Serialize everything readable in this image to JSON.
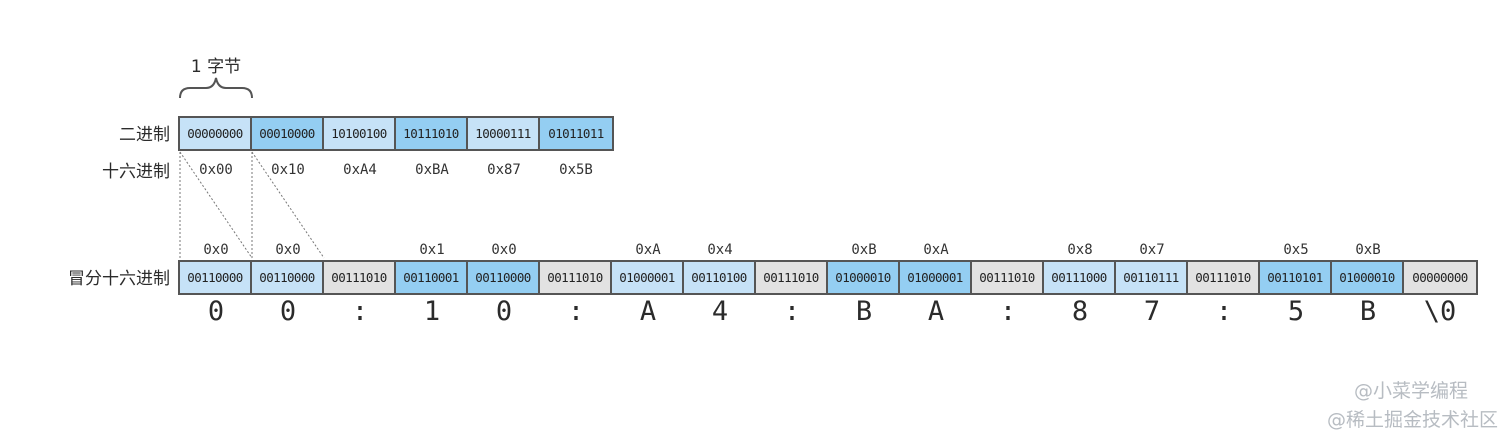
{
  "labels": {
    "one_byte": "1 字节",
    "binary": "二进制",
    "hex": "十六进制",
    "colon_hex": "冒分十六进制"
  },
  "top_row": {
    "bytes": [
      {
        "bits": "00000000",
        "hex": "0x00",
        "color": "#c6e2f7"
      },
      {
        "bits": "00010000",
        "hex": "0x10",
        "color": "#94cef2"
      },
      {
        "bits": "10100100",
        "hex": "0xA4",
        "color": "#c6e2f7"
      },
      {
        "bits": "10111010",
        "hex": "0xBA",
        "color": "#94cef2"
      },
      {
        "bits": "10000111",
        "hex": "0x87",
        "color": "#c6e2f7"
      },
      {
        "bits": "01011011",
        "hex": "0x5B",
        "color": "#94cef2"
      }
    ]
  },
  "bottom_row": {
    "cells": [
      {
        "bits": "00110000",
        "nibble": "0x0",
        "char": "0",
        "color": "#c6e2f7"
      },
      {
        "bits": "00110000",
        "nibble": "0x0",
        "char": "0",
        "color": "#c6e2f7"
      },
      {
        "bits": "00111010",
        "nibble": "",
        "char": ":",
        "color": "#e2e2e2"
      },
      {
        "bits": "00110001",
        "nibble": "0x1",
        "char": "1",
        "color": "#94cef2"
      },
      {
        "bits": "00110000",
        "nibble": "0x0",
        "char": "0",
        "color": "#94cef2"
      },
      {
        "bits": "00111010",
        "nibble": "",
        "char": ":",
        "color": "#e2e2e2"
      },
      {
        "bits": "01000001",
        "nibble": "0xA",
        "char": "A",
        "color": "#c6e2f7"
      },
      {
        "bits": "00110100",
        "nibble": "0x4",
        "char": "4",
        "color": "#c6e2f7"
      },
      {
        "bits": "00111010",
        "nibble": "",
        "char": ":",
        "color": "#e2e2e2"
      },
      {
        "bits": "01000010",
        "nibble": "0xB",
        "char": "B",
        "color": "#94cef2"
      },
      {
        "bits": "01000001",
        "nibble": "0xA",
        "char": "A",
        "color": "#94cef2"
      },
      {
        "bits": "00111010",
        "nibble": "",
        "char": ":",
        "color": "#e2e2e2"
      },
      {
        "bits": "00111000",
        "nibble": "0x8",
        "char": "8",
        "color": "#c6e2f7"
      },
      {
        "bits": "00110111",
        "nibble": "0x7",
        "char": "7",
        "color": "#c6e2f7"
      },
      {
        "bits": "00111010",
        "nibble": "",
        "char": ":",
        "color": "#e2e2e2"
      },
      {
        "bits": "00110101",
        "nibble": "0x5",
        "char": "5",
        "color": "#94cef2"
      },
      {
        "bits": "01000010",
        "nibble": "0xB",
        "char": "B",
        "color": "#94cef2"
      },
      {
        "bits": "00000000",
        "nibble": "",
        "char": "\\0",
        "color": "#e2e2e2"
      }
    ]
  },
  "watermarks": {
    "line1": "@小菜学编程",
    "line2": "@稀土掘金技术社区"
  }
}
